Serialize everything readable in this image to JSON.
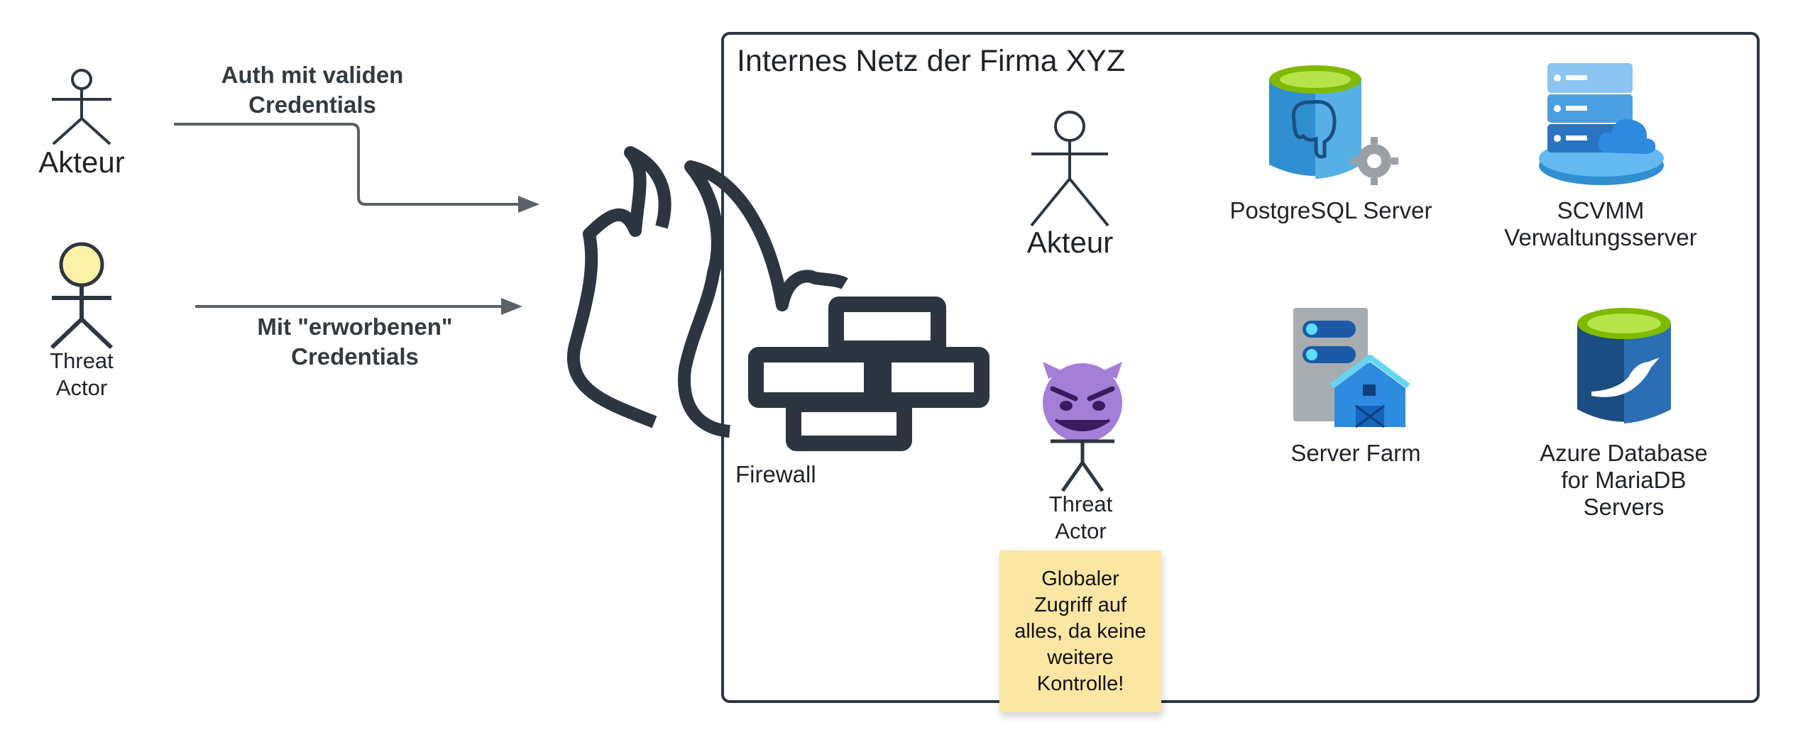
{
  "outside": {
    "actor_label": "Akteur",
    "threat_actor_label": "Threat\nActor",
    "edge_auth_label": "Auth mit validen\nCredentials",
    "edge_stolen_label": "Mit \"erworbenen\"\nCredentials"
  },
  "network": {
    "title": "Internes Netz der Firma XYZ",
    "firewall_label": "Firewall",
    "actor_label": "Akteur",
    "threat_actor_label": "Threat\nActor",
    "note_text": "Globaler\nZugriff auf\nalles, da keine\nweitere\nKontrolle!",
    "services": [
      {
        "icon": "postgresql-server-icon",
        "label": "PostgreSQL Server"
      },
      {
        "icon": "scvmm-server-icon",
        "label": "SCVMM\nVerwaltungsserver"
      },
      {
        "icon": "server-farm-icon",
        "label": "Server Farm"
      },
      {
        "icon": "mariadb-database-icon",
        "label": "Azure Database\nfor MariaDB\nServers"
      }
    ]
  },
  "colors": {
    "stroke": "#2d3640",
    "threat_head": "#fbf2a8",
    "devil": "#a47fd8",
    "note": "#fbe6a3"
  }
}
